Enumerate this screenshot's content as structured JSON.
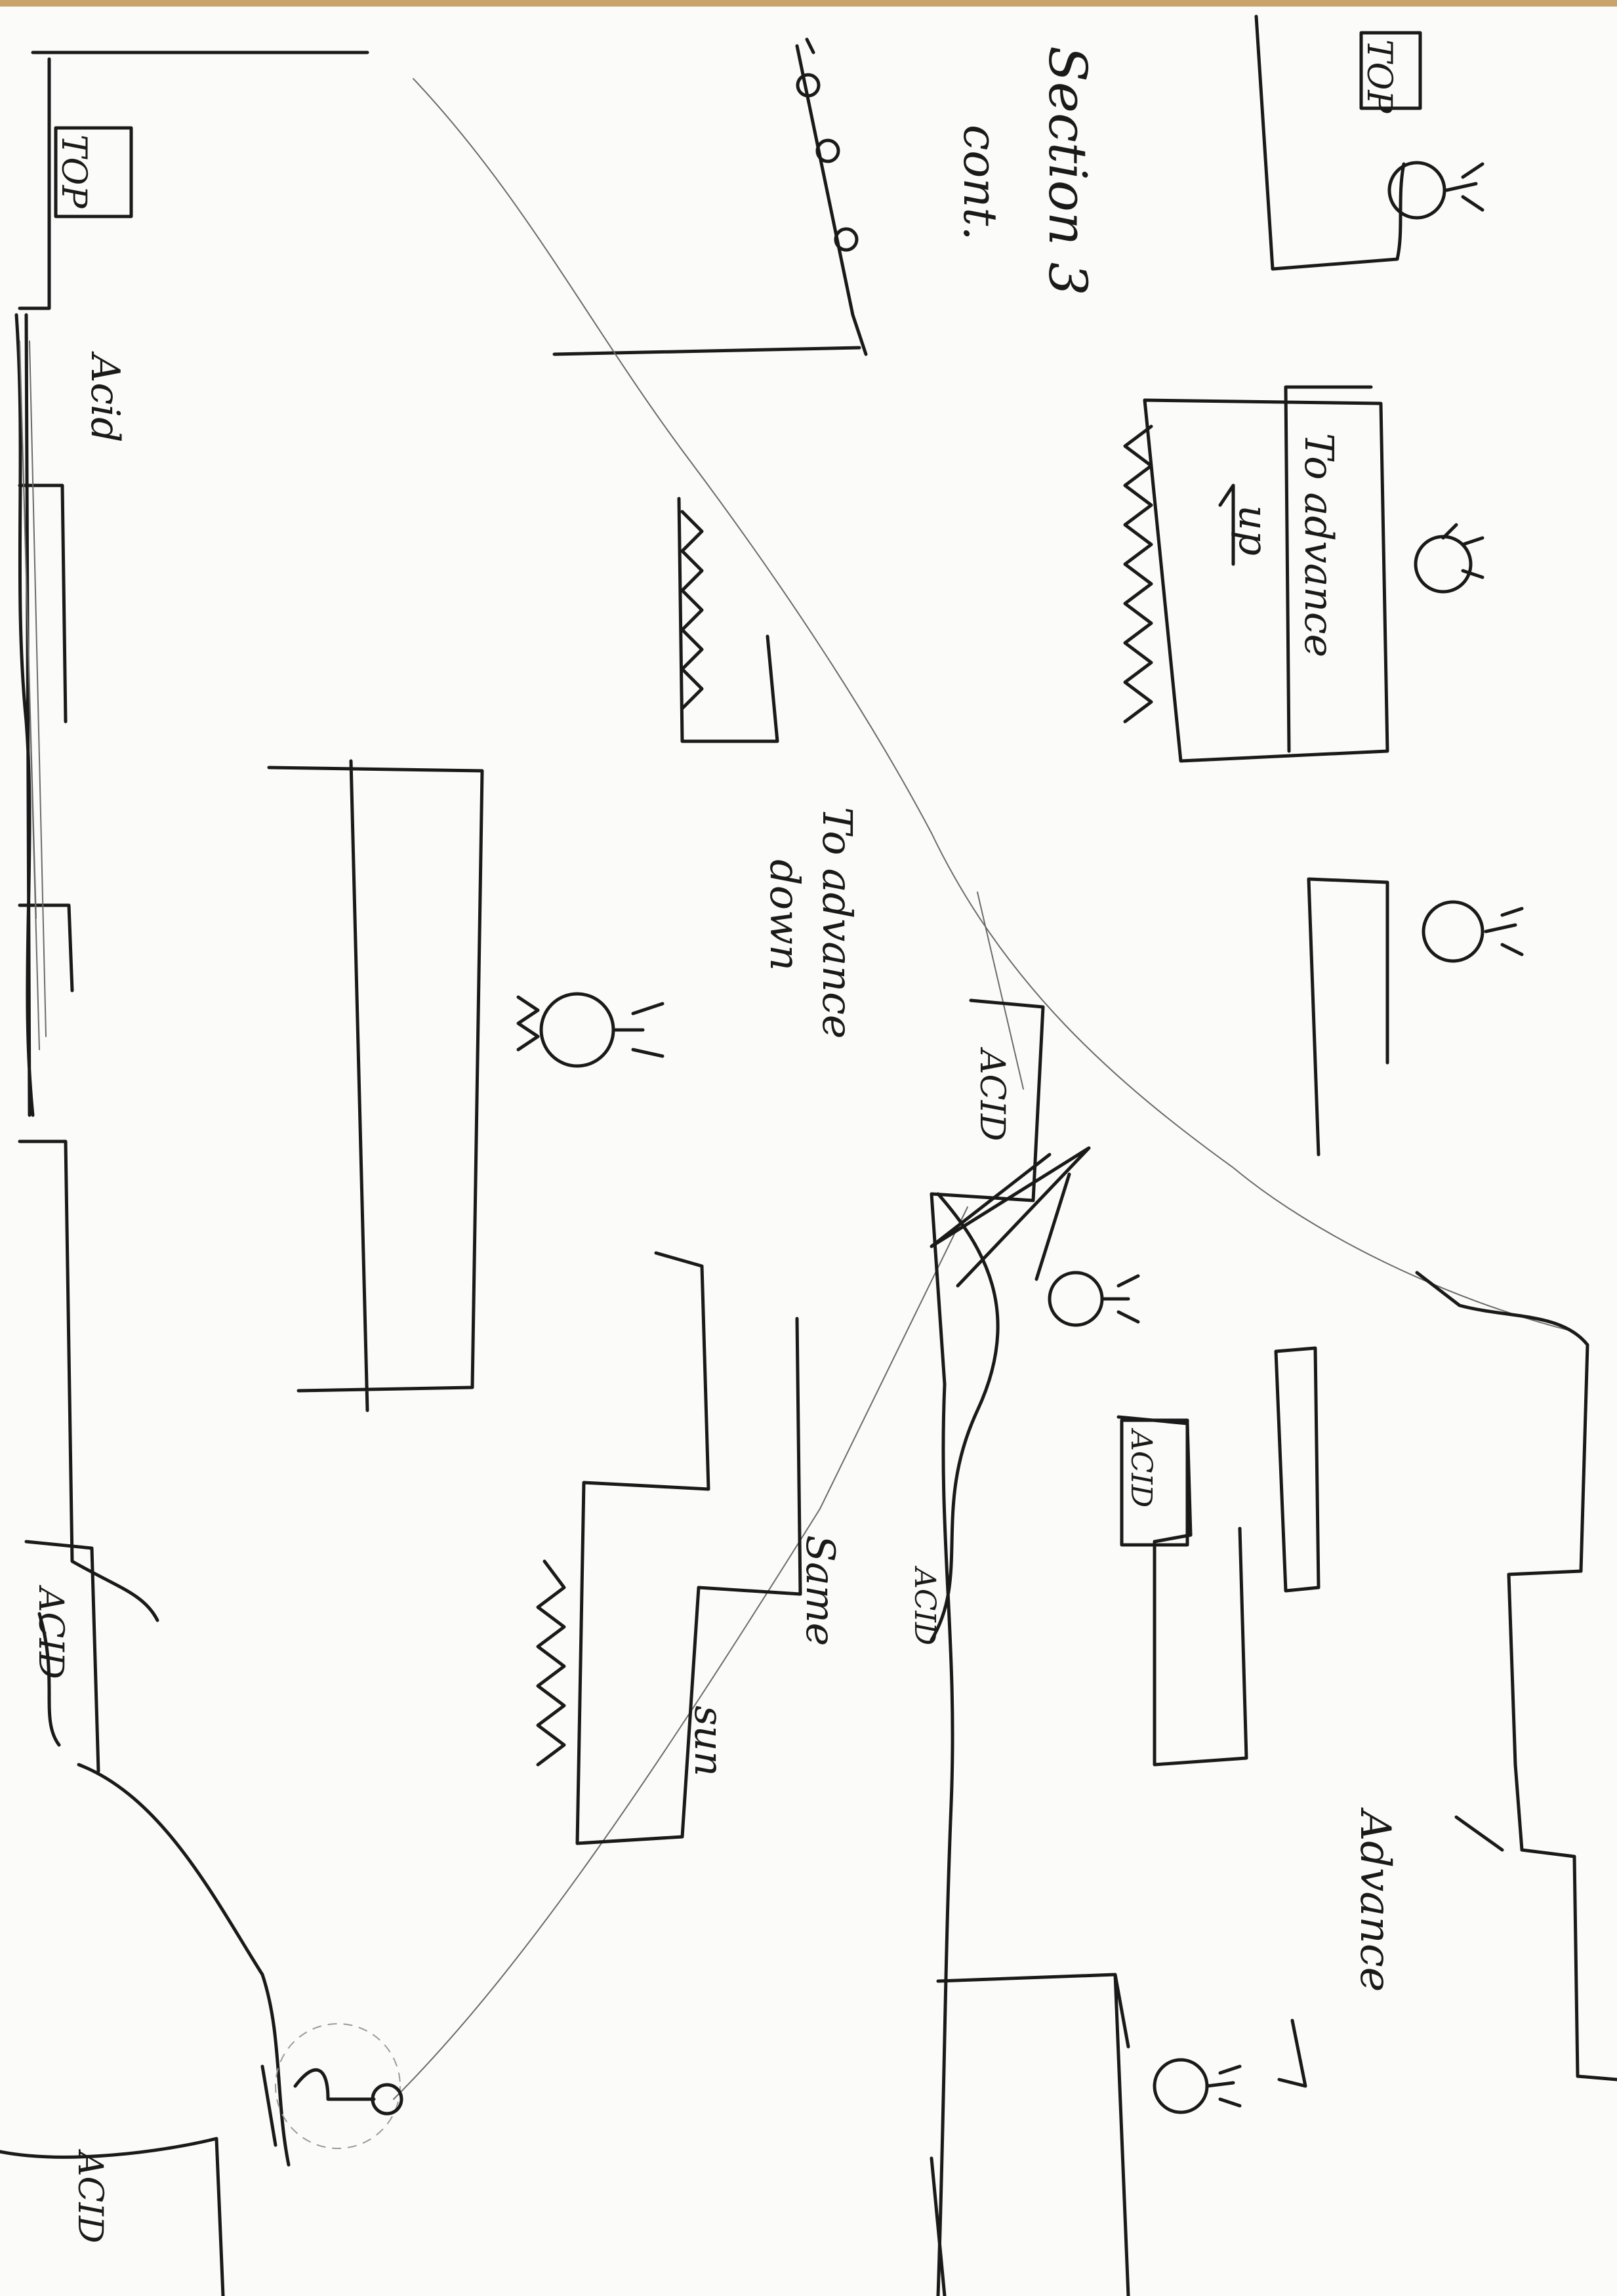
{
  "notes": {
    "section_title": "Section 3",
    "section_sub": "cont.",
    "top_left_box": "TOP",
    "top_right_box": "TOP",
    "acid_top_left": "Acid",
    "to_advance_up_1": "To advance",
    "to_advance_up_2": "up",
    "to_advance_down_1": "To advance",
    "to_advance_down_2": "down",
    "acid_mid": "ACID",
    "acid_right": "ACID",
    "acid_lower": "ACID",
    "acid_bottom_left": "ACID",
    "acid_corner": "ACID",
    "same_1": "Same",
    "same_2": "sun",
    "advance_right": "Advance"
  },
  "colors": {
    "ink": "#1a1a1a",
    "pencil": "#6a6a6a",
    "paper": "#fbfbf9",
    "edge": "#c9a36a"
  }
}
